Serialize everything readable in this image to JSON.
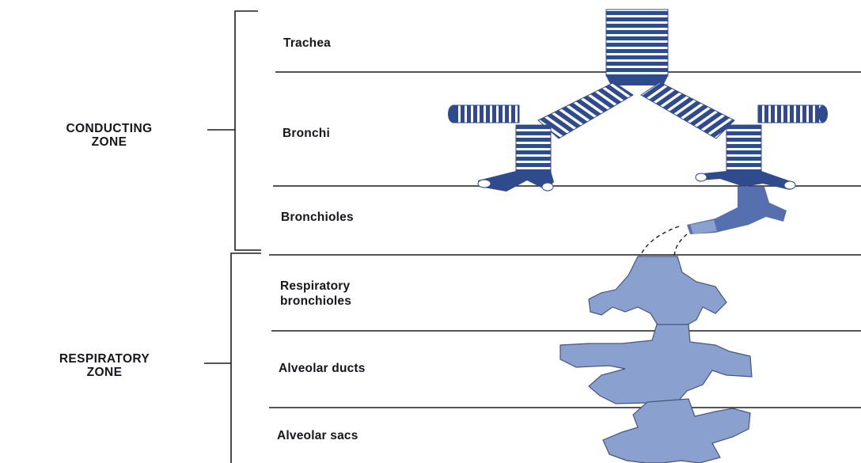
{
  "zones": {
    "conducting": {
      "lines": [
        "CONDUCTING",
        "ZONE"
      ]
    },
    "respiratory": {
      "lines": [
        "RESPIRATORY",
        "ZONE"
      ]
    }
  },
  "regions": [
    {
      "lines": [
        "Trachea"
      ]
    },
    {
      "lines": [
        "Bronchi"
      ]
    },
    {
      "lines": [
        "Bronchioles"
      ]
    },
    {
      "lines": [
        "Respiratory",
        "bronchioles"
      ]
    },
    {
      "lines": [
        "Alveolar ducts"
      ]
    },
    {
      "lines": [
        "Alveolar sacs"
      ]
    }
  ],
  "colors": {
    "cartilage_blue": "#2f4b8e",
    "airway_light": "#8aa0cf",
    "airway_mid": "#566fae",
    "line": "#1c1c22",
    "text": "#15151a"
  }
}
